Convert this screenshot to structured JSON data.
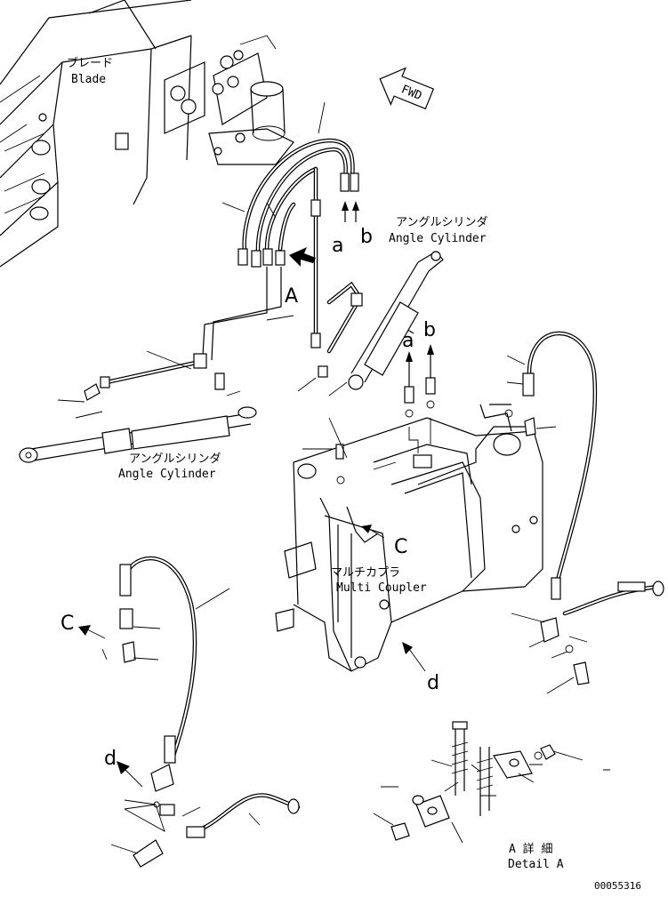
{
  "labels": {
    "blade_jp": "ブレード",
    "blade_en": "Blade",
    "fwd": "FWD",
    "angle_cyl_1_jp": "アングルシリンダ",
    "angle_cyl_1_en": "Angle Cylinder",
    "angle_cyl_2_jp": "アングルシリンダ",
    "angle_cyl_2_en": "Angle Cylinder",
    "multi_coupler_jp": "マルチカプラ",
    "multi_coupler_en": "Multi Coupler",
    "detail_a_jp": "A 詳 細",
    "detail_a_en": "Detail A",
    "doc_number": "00055316"
  },
  "callouts": {
    "A": "A",
    "a_top": "a",
    "b_top": "b",
    "a_mid": "a",
    "b_mid": "b",
    "C_right": "C",
    "C_left": "C",
    "d_right": "d",
    "d_left": "d"
  }
}
